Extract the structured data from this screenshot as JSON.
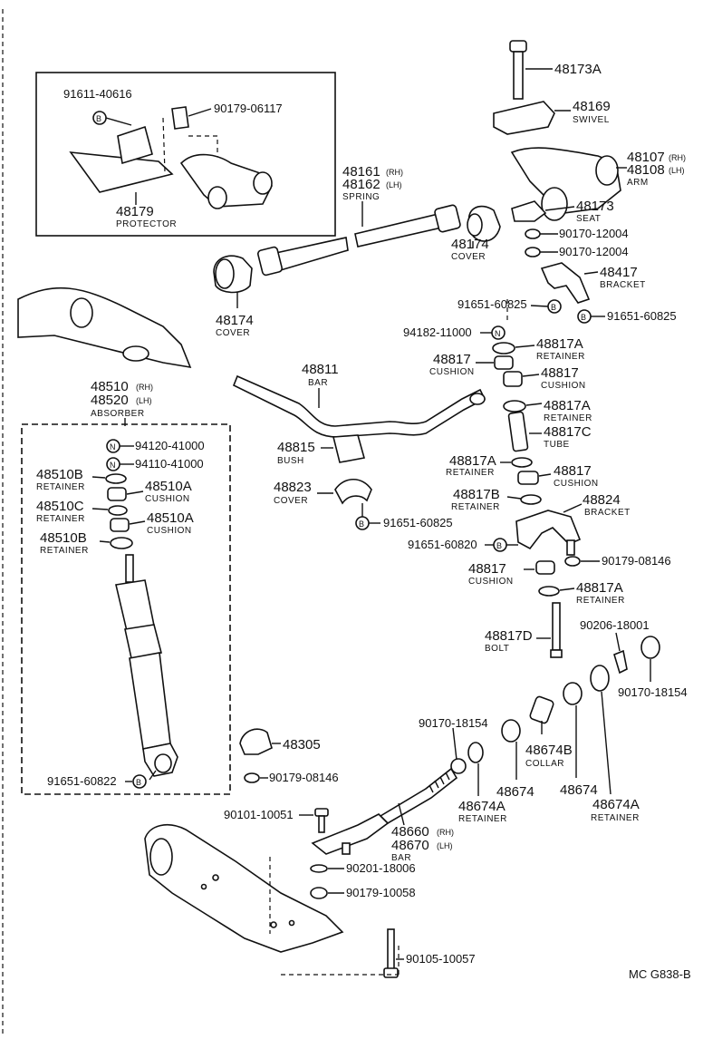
{
  "diagram_code": "MC  G838-B",
  "markers": {
    "b": "B",
    "n": "N"
  },
  "protector_box": {
    "bolt": "91611-40616",
    "nut": "90179-06117",
    "part": "48179",
    "name": "PROTECTOR"
  },
  "upper_right": {
    "bolt": "48173A",
    "swivel": {
      "part": "48169",
      "name": "SWIVEL"
    },
    "arm": {
      "part_rh": "48107",
      "rh": "(RH)",
      "part_lh": "48108",
      "lh": "(LH)",
      "name": "ARM"
    },
    "seat": {
      "part": "48173",
      "name": "SEAT"
    },
    "nut1": "90170-12004",
    "nut2": "90170-12004",
    "bracket": {
      "part": "48417",
      "name": "BRACKET"
    },
    "bolt_left": "91651-60825",
    "bolt_right": "91651-60825"
  },
  "spring": {
    "part_rh": "48161",
    "rh": "(RH)",
    "part_lh": "48162",
    "lh": "(LH)",
    "name": "SPRING"
  },
  "cover_right": {
    "part": "48174",
    "name": "COVER"
  },
  "cover_left": {
    "part": "48174",
    "name": "COVER"
  },
  "stabilizer": {
    "n_nut": "94182-11000",
    "retainer_top": {
      "part": "48817A",
      "name": "RETAINER"
    },
    "cushion_a": {
      "part": "48817",
      "name": "CUSHION"
    },
    "cushion_b": {
      "part": "48817",
      "name": "CUSHION"
    },
    "retainer_b": {
      "part": "48817A",
      "name": "RETAINER"
    },
    "tube": {
      "part": "48817C",
      "name": "TUBE"
    },
    "retainer_c": {
      "part": "48817A",
      "name": "RETAINER"
    },
    "cushion_c": {
      "part": "48817",
      "name": "CUSHION"
    },
    "retainer_d": {
      "part": "48817B",
      "name": "RETAINER"
    },
    "bracket": {
      "part": "48824",
      "name": "BRACKET"
    },
    "bracket_bolt": "91651-60820",
    "bracket_nut": "90179-08146",
    "cushion_d": {
      "part": "48817",
      "name": "CUSHION"
    },
    "retainer_e": {
      "part": "48817A",
      "name": "RETAINER"
    },
    "bolt": {
      "part": "48817D",
      "name": "BOLT"
    }
  },
  "bar": {
    "part": "48811",
    "name": "BAR"
  },
  "bush": {
    "part": "48815",
    "name": "BUSH"
  },
  "cover_bush": {
    "part": "48823",
    "name": "COVER"
  },
  "cover_bush_bolt": "91651-60825",
  "absorber": {
    "part_rh": "48510",
    "rh": "(RH)",
    "part_lh": "48520",
    "lh": "(LH)",
    "name": "ABSORBER",
    "n_nut1": "94120-41000",
    "n_nut2": "94110-41000",
    "retainer1": {
      "part": "48510B",
      "name": "RETAINER"
    },
    "cushion1": {
      "part": "48510A",
      "name": "CUSHION"
    },
    "retainer2": {
      "part": "48510C",
      "name": "RETAINER"
    },
    "cushion2": {
      "part": "48510A",
      "name": "CUSHION"
    },
    "retainer3": {
      "part": "48510B",
      "name": "RETAINER"
    },
    "bolt": "91651-60822"
  },
  "bumper": "48305",
  "bumper_nut": "90179-08146",
  "strut_bar": {
    "washer": "90206-18001",
    "nut_right": "90170-18154",
    "nut_left": "90170-18154",
    "collar": {
      "part": "48674B",
      "name": "COLLAR"
    },
    "cushion_inner": "48674",
    "cushion_outer": "48674",
    "retainer_inner": {
      "part": "48674A",
      "name": "RETAINER"
    },
    "retainer_outer": {
      "part": "48674A",
      "name": "RETAINER"
    },
    "bar": {
      "part_rh": "48660",
      "rh": "(RH)",
      "part_lh": "48670",
      "lh": "(LH)",
      "name": "BAR"
    },
    "bolt_top": "90101-10051",
    "washer_mid": "90201-18006",
    "nut_mid": "90179-10058",
    "bolt_bottom": "90105-10057"
  }
}
